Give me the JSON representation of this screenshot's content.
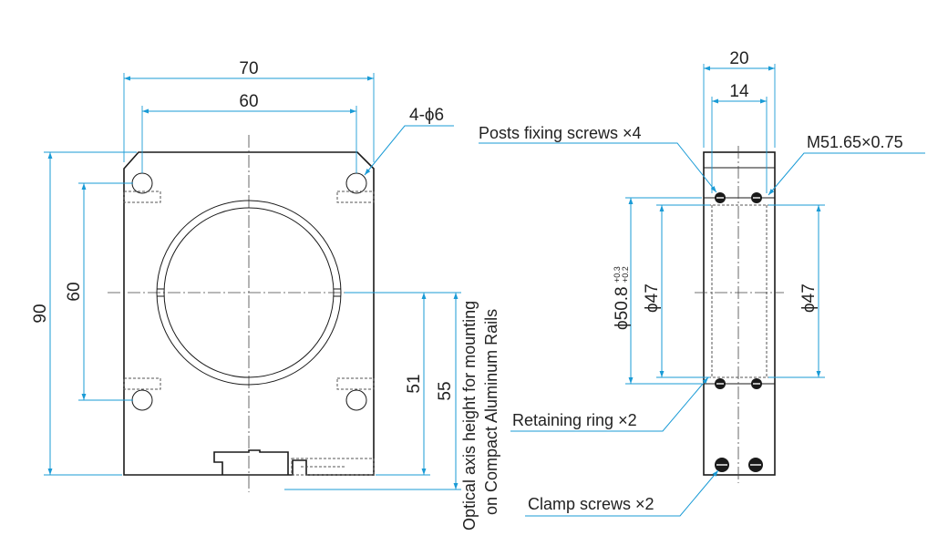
{
  "front_view": {
    "dim_overall_width": "70",
    "dim_hole_spacing_x": "60",
    "dim_overall_height": "90",
    "dim_hole_spacing_y": "60",
    "dim_axis_51": "51",
    "dim_axis_55": "55",
    "hole_callout": "4-ϕ6",
    "axis_note_line1": "Optical axis height for mounting",
    "axis_note_line2": "on Compact Aluminum Rails"
  },
  "side_view": {
    "dim_thickness": "20",
    "dim_inner": "14",
    "thread_callout": "M51.65×0.75",
    "posts_screws": "Posts fixing screws ×4",
    "retaining_ring": "Retaining ring ×2",
    "clamp_screws": "Clamp screws ×2",
    "bore_dim": "ϕ50.8",
    "bore_tol_upper": "+0.3",
    "bore_tol_lower": "+0.2",
    "dia_inner": "ϕ47",
    "dia_outer": "ϕ47"
  },
  "colors": {
    "dimension": "#1a9bd6",
    "outline": "#1a1a1a"
  }
}
